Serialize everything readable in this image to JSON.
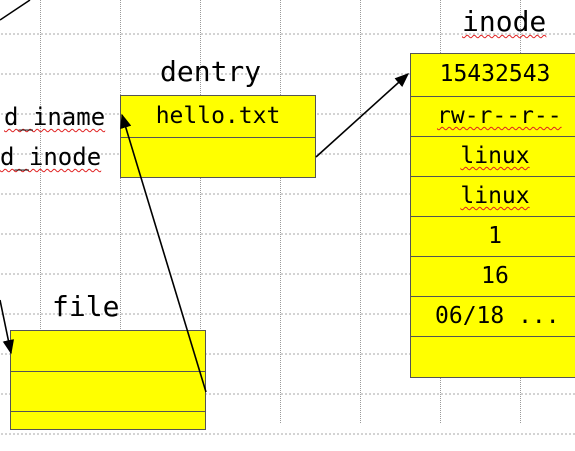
{
  "dentry": {
    "title": "dentry",
    "fields": [
      "d_iname",
      "d_inode"
    ],
    "values": [
      "hello.txt",
      ""
    ]
  },
  "inode": {
    "title": "inode",
    "values": [
      "15432543",
      "rw-r--r--",
      "linux",
      "linux",
      "1",
      "16",
      "06/18 ...",
      ""
    ]
  },
  "file": {
    "title": "file",
    "values": [
      "",
      "",
      ""
    ]
  }
}
